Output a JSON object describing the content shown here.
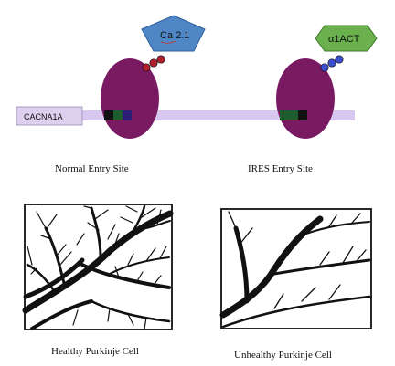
{
  "diagram": {
    "gene_label": "CACNA1A",
    "sites": [
      {
        "caption": "Normal Entry Site",
        "protein_label": "Ca 2.1",
        "protein_shape": "pentagon",
        "protein_color": "#4f86c6",
        "bead_color": "#b0202a"
      },
      {
        "caption": "IRES Entry Site",
        "protein_label": "α1ACT",
        "protein_shape": "hexagon",
        "protein_color": "#6ab04c",
        "bead_color": "#3a4fd0"
      }
    ],
    "cells": [
      {
        "caption": "Healthy Purkinje Cell"
      },
      {
        "caption": "Unhealthy Purkinje Cell"
      }
    ],
    "colors": {
      "mrna": "#d8c8ef",
      "ribosome": "#7a1a63",
      "codon_dark": "#111111",
      "codon_green": "#1d5c2e",
      "codon_blue": "#2d1f78",
      "ink": "#111111"
    }
  }
}
